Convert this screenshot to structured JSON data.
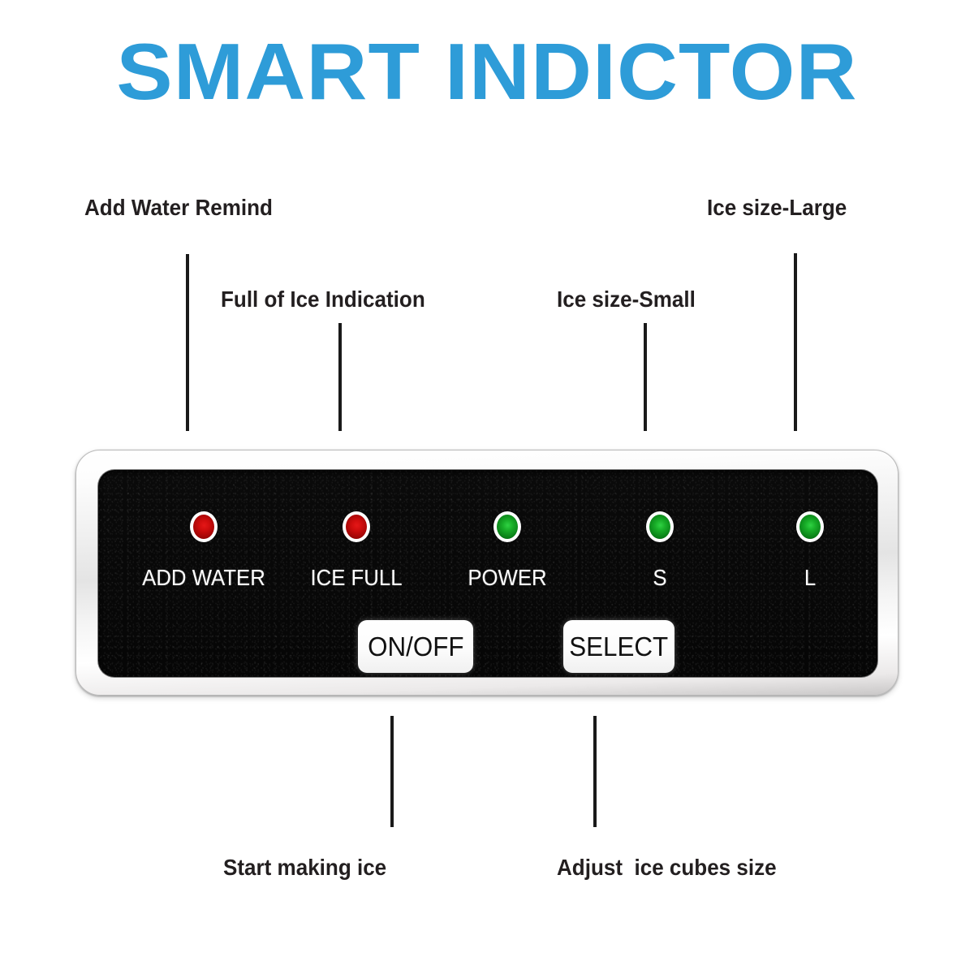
{
  "page": {
    "background_color": "#ffffff",
    "title": "SMART INDICTOR",
    "title_color": "#2e9cd8",
    "label_color": "#231f20"
  },
  "callouts": [
    {
      "id": "add-water-remind",
      "text": "Add Water Remind",
      "position": "top-left"
    },
    {
      "id": "full-of-ice",
      "text": "Full of Ice Indication",
      "position": "mid-left"
    },
    {
      "id": "ice-size-small",
      "text": "Ice size-Small",
      "position": "mid-right"
    },
    {
      "id": "ice-size-large",
      "text": "Ice size-Large",
      "position": "top-right"
    },
    {
      "id": "start-making-ice",
      "text": "Start making ice",
      "position": "bottom-left"
    },
    {
      "id": "adjust-cube-size",
      "text": "Adjust  ice cubes size",
      "position": "bottom-right"
    }
  ],
  "panel": {
    "bezel_color": "#e8e8e8",
    "face_color": "#070707",
    "indicators": [
      {
        "id": "add-water",
        "label": "ADD WATER",
        "color": "#cf0d0d",
        "state": "red"
      },
      {
        "id": "ice-full",
        "label": "ICE FULL",
        "color": "#cf0d0d",
        "state": "red"
      },
      {
        "id": "power",
        "label": "POWER",
        "color": "#18ad28",
        "state": "green"
      },
      {
        "id": "size-small",
        "label": "S",
        "color": "#18ad28",
        "state": "green"
      },
      {
        "id": "size-large",
        "label": "L",
        "color": "#18ad28",
        "state": "green"
      }
    ],
    "buttons": [
      {
        "id": "on-off",
        "label": "ON/OFF"
      },
      {
        "id": "select",
        "label": "SELECT"
      }
    ]
  }
}
